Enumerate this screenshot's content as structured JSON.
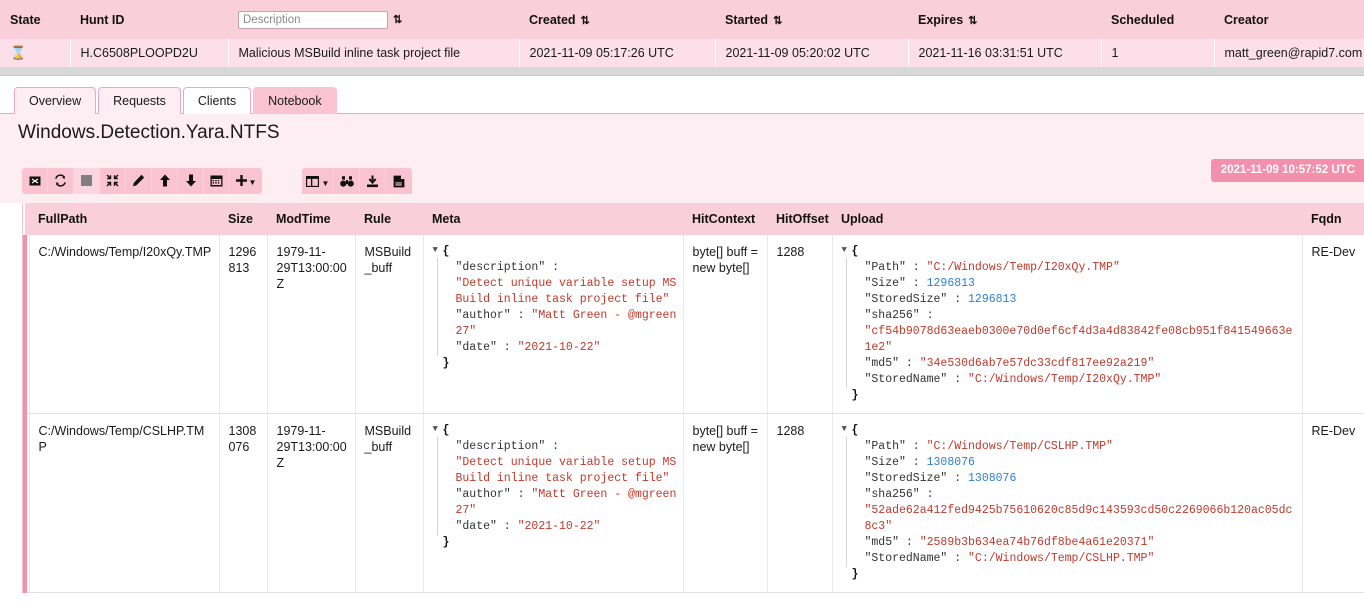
{
  "hunt_table": {
    "columns": [
      {
        "label": "State",
        "sortable": false
      },
      {
        "label": "Hunt ID",
        "sortable": false
      },
      {
        "label": "Description",
        "sortable": true,
        "filter_placeholder": "Description"
      },
      {
        "label": "Created",
        "sortable": true
      },
      {
        "label": "Started",
        "sortable": true
      },
      {
        "label": "Expires",
        "sortable": true
      },
      {
        "label": "Scheduled",
        "sortable": false
      },
      {
        "label": "Creator",
        "sortable": false
      }
    ],
    "rows": [
      {
        "state_icon": "hourglass-icon",
        "hunt_id": "H.C6508PLOOPD2U",
        "description": "Malicious MSBuild inline task project file",
        "created": "2021-11-09 05:17:26 UTC",
        "started": "2021-11-09 05:20:02 UTC",
        "expires": "2021-11-16 03:31:51 UTC",
        "scheduled": "1",
        "creator": "matt_green@rapid7.com"
      }
    ]
  },
  "tabs": [
    {
      "label": "Overview",
      "state": "inactive"
    },
    {
      "label": "Requests",
      "state": "inactive"
    },
    {
      "label": "Clients",
      "state": "active"
    },
    {
      "label": "Notebook",
      "state": "filled"
    }
  ],
  "panel": {
    "title": "Windows.Detection.Yara.NTFS",
    "timestamp_badge": "2021-11-09 10:57:52 UTC"
  },
  "toolbar_primary": [
    {
      "icon": "cancel-x-box-icon",
      "glyph": "⊠",
      "disabled": false
    },
    {
      "icon": "refresh-icon",
      "glyph": "↻",
      "disabled": false
    },
    {
      "icon": "stop-square-icon",
      "glyph": "■",
      "disabled": true
    },
    {
      "icon": "collapse-arrows-icon",
      "glyph": "⤨",
      "disabled": false
    },
    {
      "icon": "pencil-edit-icon",
      "glyph": "✎",
      "disabled": false
    },
    {
      "icon": "arrow-up-icon",
      "glyph": "↑",
      "disabled": false
    },
    {
      "icon": "arrow-down-icon",
      "glyph": "↓",
      "disabled": false
    },
    {
      "icon": "calendar-icon",
      "glyph": "Ὄ5",
      "disabled": false
    },
    {
      "icon": "plus-dropdown-icon",
      "glyph": "+",
      "disabled": false,
      "caret": true
    }
  ],
  "toolbar_secondary": [
    {
      "icon": "columns-dropdown-icon",
      "glyph": "▥",
      "caret": true
    },
    {
      "icon": "binoculars-search-icon",
      "glyph": "ὐD"
    },
    {
      "icon": "download-icon",
      "glyph": "⤓"
    },
    {
      "icon": "file-export-icon",
      "glyph": "὜E"
    }
  ],
  "results_table": {
    "columns": [
      "FullPath",
      "Size",
      "ModTime",
      "Rule",
      "Meta",
      "HitContext",
      "HitOffset",
      "Upload",
      "Fqdn"
    ],
    "rows": [
      {
        "fullpath": "C:/Windows/Temp/I20xQy.TMP",
        "size": "1296813",
        "modtime": "1979-11-29T13:00:00Z",
        "rule": "MSBuild_buff",
        "meta": {
          "description": "Detect unique variable setup MSBuild inline task project file",
          "author": "Matt Green - @mgreen27",
          "date": "2021-10-22"
        },
        "hitcontext": "byte[] buff = new byte[]",
        "hitoffset": "1288",
        "upload": {
          "Path": "C:/Windows/Temp/I20xQy.TMP",
          "Size": "1296813",
          "StoredSize": "1296813",
          "sha256": "cf54b9078d63eaeb0300e70d0ef6cf4d3a4d83842fe08cb951f841549663e1e2",
          "md5": "34e530d6ab7e57dc33cdf817ee92a219",
          "StoredName": "C:/Windows/Temp/I20xQy.TMP"
        },
        "fqdn": "RE-Dev"
      },
      {
        "fullpath": "C:/Windows/Temp/CSLHP.TMP",
        "size": "1308076",
        "modtime": "1979-11-29T13:00:00Z",
        "rule": "MSBuild_buff",
        "meta": {
          "description": "Detect unique variable setup MSBuild inline task project file",
          "author": "Matt Green - @mgreen27",
          "date": "2021-10-22"
        },
        "hitcontext": "byte[] buff = new byte[]",
        "hitoffset": "1288",
        "upload": {
          "Path": "C:/Windows/Temp/CSLHP.TMP",
          "Size": "1308076",
          "StoredSize": "1308076",
          "sha256": "52ade62a412fed9425b75610620c85d9c143593cd50c2269066b120ac05dc8c3",
          "md5": "2589b3b634ea74b76df8be4a61e20371",
          "StoredName": "C:/Windows/Temp/CSLHP.TMP"
        },
        "fqdn": "RE-Dev"
      }
    ],
    "json_labels": {
      "description": "\"description\" :",
      "author": "\"author\" :",
      "date": "\"date\" :",
      "path": "\"Path\" :",
      "size": "\"Size\" :",
      "storedsize": "\"StoredSize\" :",
      "sha256": "\"sha256\" :",
      "md5": "\"md5\" :",
      "storedname": "\"StoredName\" :",
      "open_brace": "{",
      "close_brace": "}"
    }
  },
  "colors": {
    "header_pink": "#f9cfdb",
    "row_pink": "#fcdfe8",
    "accent_pink": "#f391ad",
    "button_pink": "#f9c3d4",
    "panel_bg": "#fdeef3",
    "json_string": "#c0392b",
    "json_number": "#2d7fd3"
  }
}
